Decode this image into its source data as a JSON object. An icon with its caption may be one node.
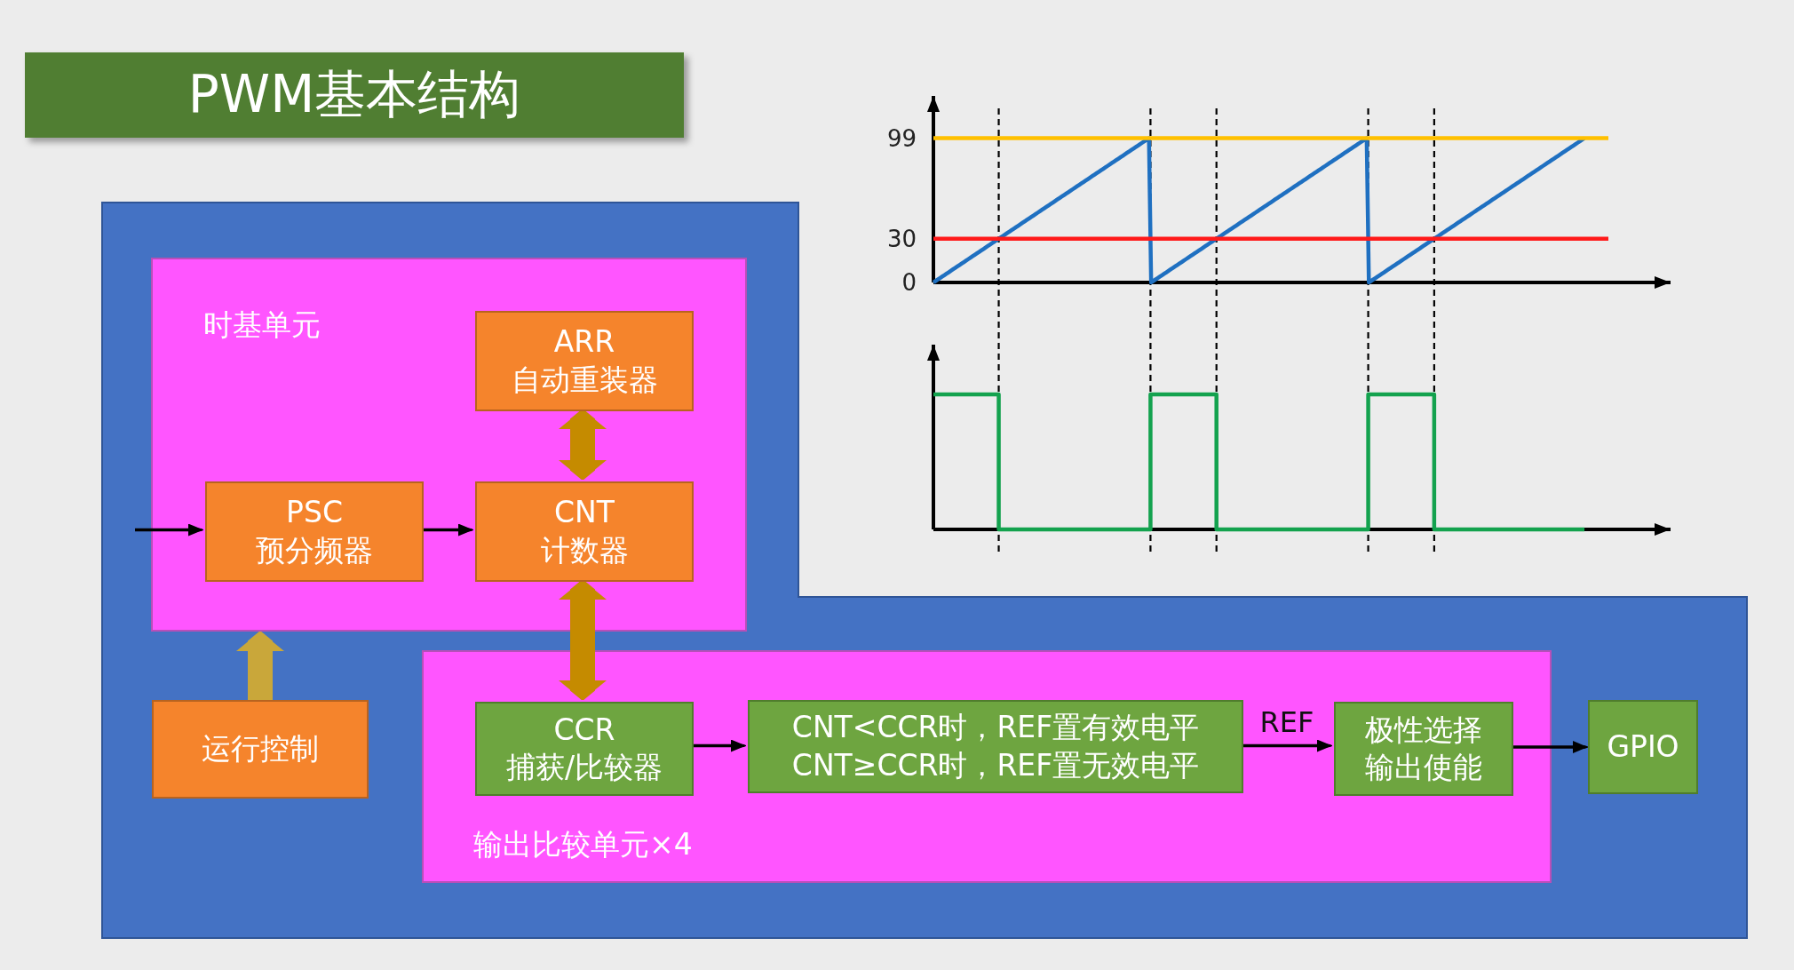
{
  "diagram": {
    "title": "PWM基本结构",
    "nodes": [
      {
        "text": [
          "时基单元"
        ]
      },
      {
        "text": [
          "ARR",
          "自动重装器"
        ],
        "in": 0
      },
      {
        "text": [
          "PSC",
          "预分频器"
        ],
        "in": 0
      },
      {
        "text": [
          "CNT",
          "计数器"
        ],
        "in": 0
      },
      {
        "text": [
          "运行控制"
        ]
      },
      {
        "text": [
          "输出比较单元×4"
        ]
      },
      {
        "text": [
          "CCR",
          "捕获/比较器"
        ],
        "in": 5
      },
      {
        "text": [
          "CNT<CCR时，REF置有效电平",
          "CNT≥CCR时，REF置无效电平"
        ],
        "in": 5
      },
      {
        "text": [
          "极性选择",
          "输出使能"
        ],
        "in": 5
      },
      {
        "text": [
          "GPIO"
        ]
      }
    ],
    "edges": [
      {
        "from": null,
        "to": 2,
        "arrow": "to"
      },
      {
        "from": 2,
        "to": 3,
        "arrow": "to"
      },
      {
        "from": 1,
        "to": 3,
        "arrow": "both",
        "style": "thick",
        "color": "#c58b00"
      },
      {
        "from": 3,
        "to": 6,
        "arrow": "both",
        "style": "thick",
        "color": "#c58b00"
      },
      {
        "from": 4,
        "to": 0,
        "arrow": "to",
        "style": "thick",
        "color": "#c9a73a"
      },
      {
        "from": 6,
        "to": 7,
        "arrow": "to"
      },
      {
        "from": 7,
        "to": 8,
        "arrow": "to",
        "label": "REF"
      },
      {
        "from": 8,
        "to": 9,
        "arrow": "to"
      }
    ],
    "chart_data": {
      "type": "line",
      "ylim": [
        0,
        128
      ],
      "yticks": [
        0,
        30,
        99
      ],
      "series": [
        {
          "color": "#1f70c1",
          "values": [
            0,
            1,
            2,
            3,
            4,
            5,
            6,
            7,
            8,
            9,
            10,
            11,
            12,
            13,
            14,
            15,
            16,
            17,
            18,
            19,
            20,
            21,
            22,
            23,
            24,
            25,
            26,
            27,
            28,
            29,
            30,
            31,
            32,
            33,
            34,
            35,
            36,
            37,
            38,
            39,
            40,
            41,
            42,
            43,
            44,
            45,
            46,
            47,
            48,
            49,
            50,
            51,
            52,
            53,
            54,
            55,
            56,
            57,
            58,
            59,
            60,
            61,
            62,
            63,
            64,
            65,
            66,
            67,
            68,
            69,
            70,
            71,
            72,
            73,
            74,
            75,
            76,
            77,
            78,
            79,
            80,
            81,
            82,
            83,
            84,
            85,
            86,
            87,
            88,
            89,
            90,
            91,
            92,
            93,
            94,
            95,
            96,
            97,
            98,
            99,
            0,
            1,
            2,
            3,
            4,
            5,
            6,
            7,
            8,
            9,
            10,
            11,
            12,
            13,
            14,
            15,
            16,
            17,
            18,
            19,
            20,
            21,
            22,
            23,
            24,
            25,
            26,
            27,
            28,
            29,
            30,
            31,
            32,
            33,
            34,
            35,
            36,
            37,
            38,
            39,
            40,
            41,
            42,
            43,
            44,
            45,
            46,
            47,
            48,
            49,
            50,
            51,
            52,
            53,
            54,
            55,
            56,
            57,
            58,
            59,
            60,
            61,
            62,
            63,
            64,
            65,
            66,
            67,
            68,
            69,
            70,
            71,
            72,
            73,
            74,
            75,
            76,
            77,
            78,
            79,
            80,
            81,
            82,
            83,
            84,
            85,
            86,
            87,
            88,
            89,
            90,
            91,
            92,
            93,
            94,
            95,
            96,
            97,
            98,
            99,
            0,
            1,
            2,
            3,
            4,
            5,
            6,
            7,
            8,
            9,
            10,
            11,
            12,
            13,
            14,
            15,
            16,
            17,
            18,
            19,
            20,
            21,
            22,
            23,
            24,
            25,
            26,
            27,
            28,
            29,
            30,
            31,
            32,
            33,
            34,
            35,
            36,
            37,
            38,
            39,
            40,
            41,
            42,
            43,
            44,
            45,
            46,
            47,
            48,
            49,
            50,
            51,
            52,
            53,
            54,
            55,
            56,
            57,
            58,
            59,
            60,
            61,
            62,
            63,
            64,
            65,
            66,
            67,
            68,
            69,
            70,
            71,
            72,
            73,
            74,
            75,
            76,
            77,
            78,
            79,
            80,
            81,
            82,
            83,
            84,
            85,
            86,
            87,
            88,
            89,
            90,
            91,
            92,
            93,
            94,
            95,
            96,
            97,
            98,
            99,
            null,
            null,
            null,
            null,
            null,
            null,
            null,
            null,
            null,
            null,
            null
          ]
        },
        {
          "color": "#ffc000",
          "values": [
            99,
            99,
            99,
            99,
            99,
            99,
            99,
            99,
            99,
            99,
            99,
            99,
            99,
            99,
            99,
            99,
            99,
            99,
            99,
            99,
            99,
            99,
            99,
            99,
            99,
            99,
            99,
            99,
            99,
            99,
            99,
            99,
            99,
            99,
            99,
            99,
            99,
            99,
            99,
            99,
            99,
            99,
            99,
            99,
            99,
            99,
            99,
            99,
            99,
            99,
            99,
            99,
            99,
            99,
            99,
            99,
            99,
            99,
            99,
            99,
            99,
            99,
            99,
            99,
            99,
            99,
            99,
            99,
            99,
            99,
            99,
            99,
            99,
            99,
            99,
            99,
            99,
            99,
            99,
            99,
            99,
            99,
            99,
            99,
            99,
            99,
            99,
            99,
            99,
            99,
            99,
            99,
            99,
            99,
            99,
            99,
            99,
            99,
            99,
            99,
            99,
            99,
            99,
            99,
            99,
            99,
            99,
            99,
            99,
            99,
            99,
            99,
            99,
            99,
            99,
            99,
            99,
            99,
            99,
            99,
            99,
            99,
            99,
            99,
            99,
            99,
            99,
            99,
            99,
            99,
            99,
            99,
            99,
            99,
            99,
            99,
            99,
            99,
            99,
            99,
            99,
            99,
            99,
            99,
            99,
            99,
            99,
            99,
            99,
            99,
            99,
            99,
            99,
            99,
            99,
            99,
            99,
            99,
            99,
            99,
            99,
            99,
            99,
            99,
            99,
            99,
            99,
            99,
            99,
            99,
            99,
            99,
            99,
            99,
            99,
            99,
            99,
            99,
            99,
            99,
            99,
            99,
            99,
            99,
            99,
            99,
            99,
            99,
            99,
            99,
            99,
            99,
            99,
            99,
            99,
            99,
            99,
            99,
            99,
            99,
            99,
            99,
            99,
            99,
            99,
            99,
            99,
            99,
            99,
            99,
            99,
            99,
            99,
            99,
            99,
            99,
            99,
            99,
            99,
            99,
            99,
            99,
            99,
            99,
            99,
            99,
            99,
            99,
            99,
            99,
            99,
            99,
            99,
            99,
            99,
            99,
            99,
            99,
            99,
            99,
            99,
            99,
            99,
            99,
            99,
            99,
            99,
            99,
            99,
            99,
            99,
            99,
            99,
            99,
            99,
            99,
            99,
            99,
            99,
            99,
            99,
            99,
            99,
            99,
            99,
            99,
            99,
            99,
            99,
            99,
            99,
            99,
            99,
            99,
            99,
            99,
            99,
            99,
            99,
            99,
            99,
            99,
            99,
            99,
            99,
            99,
            99,
            99,
            99,
            99,
            99,
            99,
            99,
            99,
            99,
            99,
            99,
            99,
            99,
            99,
            99,
            99,
            99,
            99,
            99,
            99,
            99,
            99,
            99,
            99,
            99
          ]
        },
        {
          "color": "#ff1a1a",
          "values": [
            30,
            30,
            30,
            30,
            30,
            30,
            30,
            30,
            30,
            30,
            30,
            30,
            30,
            30,
            30,
            30,
            30,
            30,
            30,
            30,
            30,
            30,
            30,
            30,
            30,
            30,
            30,
            30,
            30,
            30,
            30,
            30,
            30,
            30,
            30,
            30,
            30,
            30,
            30,
            30,
            30,
            30,
            30,
            30,
            30,
            30,
            30,
            30,
            30,
            30,
            30,
            30,
            30,
            30,
            30,
            30,
            30,
            30,
            30,
            30,
            30,
            30,
            30,
            30,
            30,
            30,
            30,
            30,
            30,
            30,
            30,
            30,
            30,
            30,
            30,
            30,
            30,
            30,
            30,
            30,
            30,
            30,
            30,
            30,
            30,
            30,
            30,
            30,
            30,
            30,
            30,
            30,
            30,
            30,
            30,
            30,
            30,
            30,
            30,
            30,
            30,
            30,
            30,
            30,
            30,
            30,
            30,
            30,
            30,
            30,
            30,
            30,
            30,
            30,
            30,
            30,
            30,
            30,
            30,
            30,
            30,
            30,
            30,
            30,
            30,
            30,
            30,
            30,
            30,
            30,
            30,
            30,
            30,
            30,
            30,
            30,
            30,
            30,
            30,
            30,
            30,
            30,
            30,
            30,
            30,
            30,
            30,
            30,
            30,
            30,
            30,
            30,
            30,
            30,
            30,
            30,
            30,
            30,
            30,
            30,
            30,
            30,
            30,
            30,
            30,
            30,
            30,
            30,
            30,
            30,
            30,
            30,
            30,
            30,
            30,
            30,
            30,
            30,
            30,
            30,
            30,
            30,
            30,
            30,
            30,
            30,
            30,
            30,
            30,
            30,
            30,
            30,
            30,
            30,
            30,
            30,
            30,
            30,
            30,
            30,
            30,
            30,
            30,
            30,
            30,
            30,
            30,
            30,
            30,
            30,
            30,
            30,
            30,
            30,
            30,
            30,
            30,
            30,
            30,
            30,
            30,
            30,
            30,
            30,
            30,
            30,
            30,
            30,
            30,
            30,
            30,
            30,
            30,
            30,
            30,
            30,
            30,
            30,
            30,
            30,
            30,
            30,
            30,
            30,
            30,
            30,
            30,
            30,
            30,
            30,
            30,
            30,
            30,
            30,
            30,
            30,
            30,
            30,
            30,
            30,
            30,
            30,
            30,
            30,
            30,
            30,
            30,
            30,
            30,
            30,
            30,
            30,
            30,
            30,
            30,
            30,
            30,
            30,
            30,
            30,
            30,
            30,
            30,
            30,
            30,
            30,
            30,
            30,
            30,
            30,
            30,
            30,
            30,
            30,
            30,
            30,
            30,
            30,
            30,
            30,
            30,
            30,
            30,
            30,
            30,
            30,
            30,
            30,
            30,
            30,
            30
          ]
        }
      ]
    }
  }
}
